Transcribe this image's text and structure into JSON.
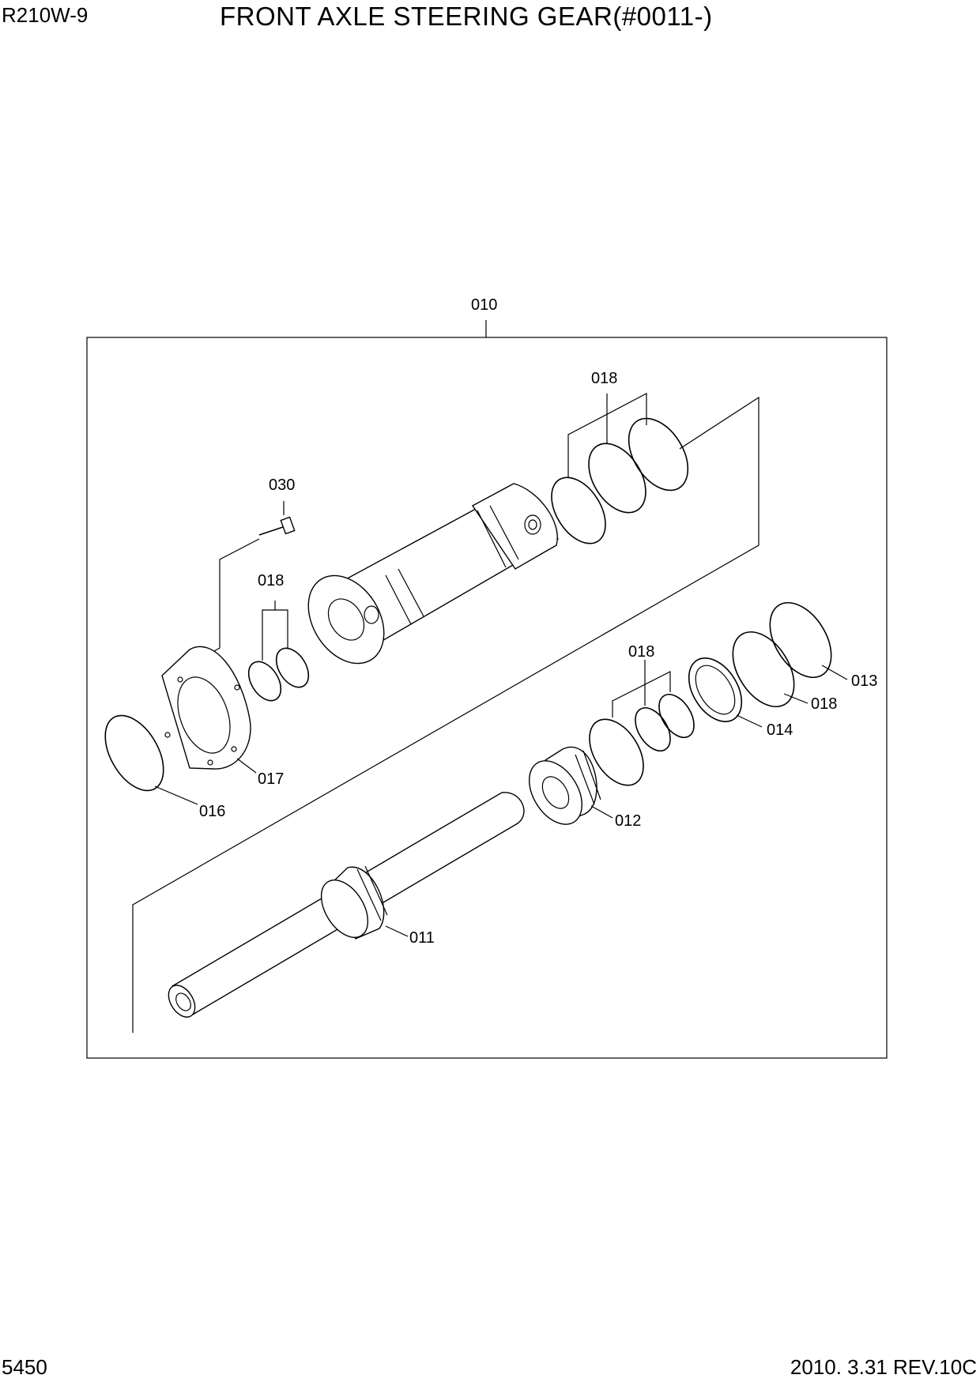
{
  "header": {
    "model": "R210W-9",
    "title": "FRONT AXLE STEERING GEAR(#0011-)"
  },
  "footer": {
    "page_number": "5450",
    "revision": "2010. 3.31  REV.10C"
  },
  "callouts": {
    "c010": "010",
    "c018_top": "018",
    "c030": "030",
    "c018_left": "018",
    "c018_mid": "018",
    "c013": "013",
    "c018_right": "018",
    "c014": "014",
    "c017": "017",
    "c016": "016",
    "c012": "012",
    "c011": "011"
  }
}
